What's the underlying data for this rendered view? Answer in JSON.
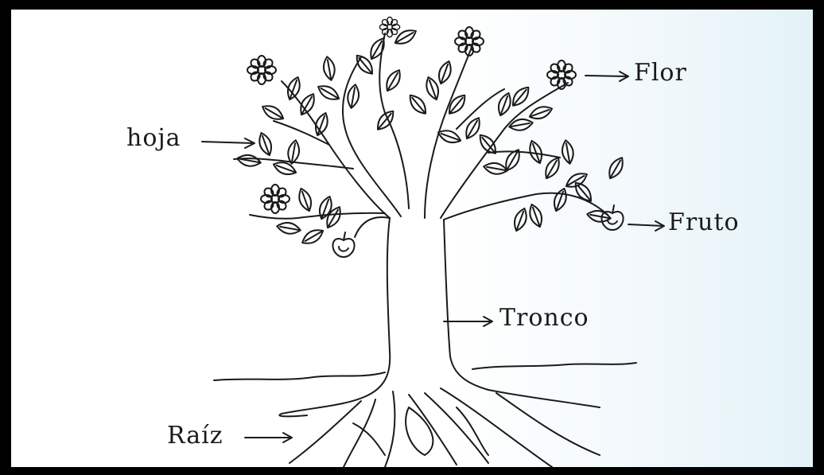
{
  "labels": {
    "flor": "Flor",
    "hoja": "hoja",
    "fruto": "Fruto",
    "tronco": "Tronco",
    "raiz": "Raíz"
  },
  "colors": {
    "ink": "#1a1a1a",
    "paper": "#ffffff",
    "frame": "#000000"
  }
}
